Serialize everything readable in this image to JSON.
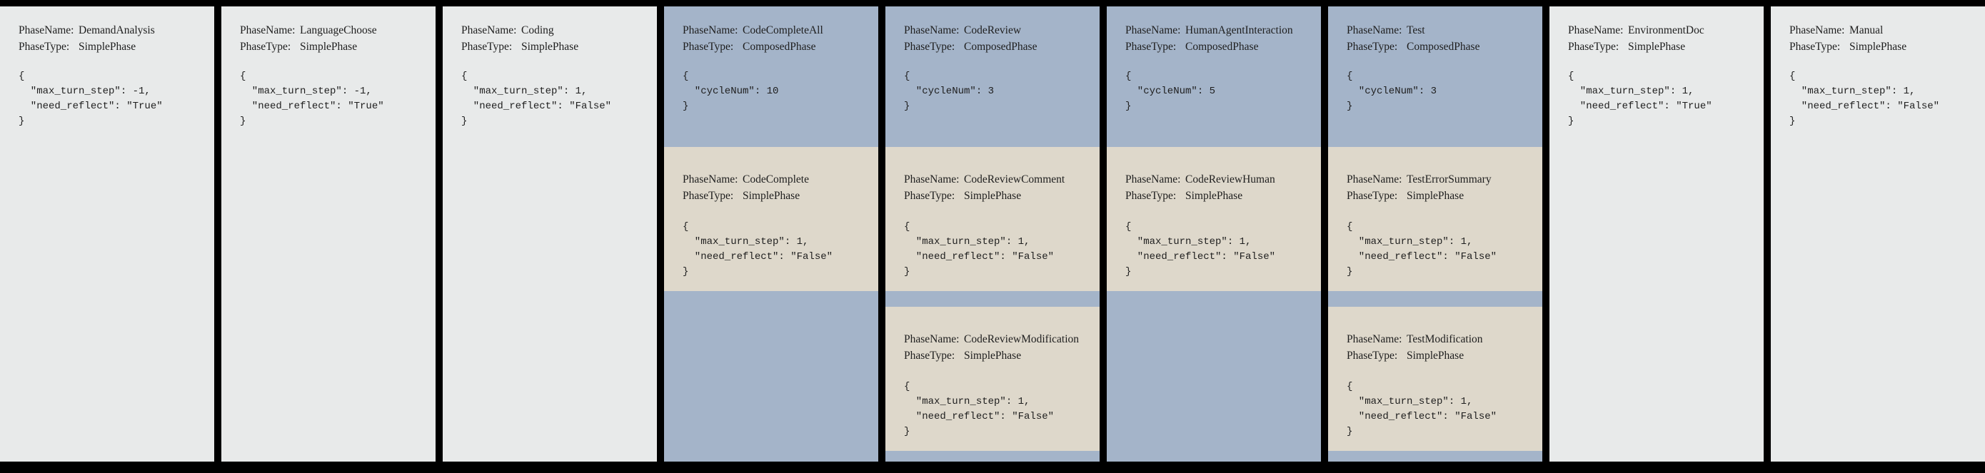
{
  "colors": {
    "canvas_bg": "#000000",
    "simple_bg": "#e8eaea",
    "composed_bg": "#a4b4c9",
    "subphase_bg": "#ded8cb",
    "text": "#1e1e1e"
  },
  "labels": {
    "phase_name": "PhaseName:",
    "phase_type": "PhaseType:"
  },
  "columns": [
    {
      "name": "DemandAnalysis",
      "type": "SimplePhase",
      "config": "{\n  \"max_turn_step\": -1,\n  \"need_reflect\": \"True\"\n}"
    },
    {
      "name": "LanguageChoose",
      "type": "SimplePhase",
      "config": "{\n  \"max_turn_step\": -1,\n  \"need_reflect\": \"True\"\n}"
    },
    {
      "name": "Coding",
      "type": "SimplePhase",
      "config": "{\n  \"max_turn_step\": 1,\n  \"need_reflect\": \"False\"\n}"
    },
    {
      "name": "CodeCompleteAll",
      "type": "ComposedPhase",
      "config": "{\n  \"cycleNum\": 10\n}",
      "subphases": [
        {
          "name": "CodeComplete",
          "type": "SimplePhase",
          "config": "{\n  \"max_turn_step\": 1,\n  \"need_reflect\": \"False\"\n}"
        }
      ]
    },
    {
      "name": "CodeReview",
      "type": "ComposedPhase",
      "config": "{\n  \"cycleNum\": 3\n}",
      "subphases": [
        {
          "name": "CodeReviewComment",
          "type": "SimplePhase",
          "config": "{\n  \"max_turn_step\": 1,\n  \"need_reflect\": \"False\"\n}"
        },
        {
          "name": "CodeReviewModification",
          "type": "SimplePhase",
          "config": "{\n  \"max_turn_step\": 1,\n  \"need_reflect\": \"False\"\n}"
        }
      ]
    },
    {
      "name": "HumanAgentInteraction",
      "type": "ComposedPhase",
      "config": "{\n  \"cycleNum\": 5\n}",
      "subphases": [
        {
          "name": "CodeReviewHuman",
          "type": "SimplePhase",
          "config": "{\n  \"max_turn_step\": 1,\n  \"need_reflect\": \"False\"\n}"
        }
      ]
    },
    {
      "name": "Test",
      "type": "ComposedPhase",
      "config": "{\n  \"cycleNum\": 3\n}",
      "subphases": [
        {
          "name": "TestErrorSummary",
          "type": "SimplePhase",
          "config": "{\n  \"max_turn_step\": 1,\n  \"need_reflect\": \"False\"\n}"
        },
        {
          "name": "TestModification",
          "type": "SimplePhase",
          "config": "{\n  \"max_turn_step\": 1,\n  \"need_reflect\": \"False\"\n}"
        }
      ]
    },
    {
      "name": "EnvironmentDoc",
      "type": "SimplePhase",
      "config": "{\n  \"max_turn_step\": 1,\n  \"need_reflect\": \"True\"\n}"
    },
    {
      "name": "Manual",
      "type": "SimplePhase",
      "config": "{\n  \"max_turn_step\": 1,\n  \"need_reflect\": \"False\"\n}"
    }
  ]
}
